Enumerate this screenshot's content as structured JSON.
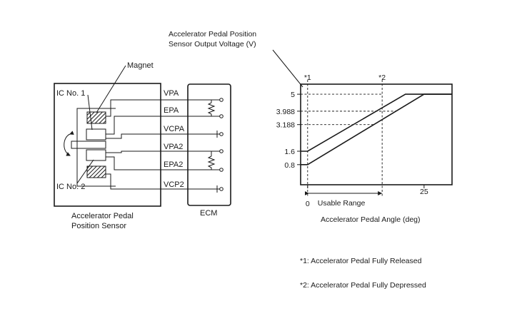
{
  "sensor": {
    "magnet_label": "Magnet",
    "ic1_label": "IC No. 1",
    "ic2_label": "IC No. 2",
    "caption_line1": "Accelerator Pedal",
    "caption_line2": "Position Sensor",
    "pins": [
      "VPA",
      "EPA",
      "VCPA",
      "VPA2",
      "EPA2",
      "VCP2"
    ]
  },
  "ecm": {
    "label": "ECM"
  },
  "chart_data": {
    "type": "line",
    "ylabel_line1": "Accelerator Pedal Position",
    "ylabel_line2": "Sensor Output Voltage (V)",
    "xlabel": "Accelerator Pedal Angle (deg)",
    "x_ticks": [
      {
        "value": 0,
        "label": "0"
      },
      {
        "value": 25,
        "label": "25"
      }
    ],
    "y_ticks": [
      {
        "value": 0.8,
        "label": "0.8"
      },
      {
        "value": 1.6,
        "label": "1.6"
      },
      {
        "value": 3.188,
        "label": "3.188"
      },
      {
        "value": 3.988,
        "label": "3.988"
      },
      {
        "value": 5,
        "label": "5"
      }
    ],
    "xlim": [
      -1.5,
      31
    ],
    "ylim": [
      -0.4,
      5.6
    ],
    "series": [
      {
        "points": [
          [
            -1.5,
            1.6
          ],
          [
            0,
            1.6
          ],
          [
            21,
            5
          ],
          [
            31,
            5
          ]
        ]
      },
      {
        "points": [
          [
            -1.5,
            0.8
          ],
          [
            0,
            0.8
          ],
          [
            25,
            5
          ],
          [
            31,
            5
          ]
        ]
      }
    ],
    "marker1": {
      "label": "*1",
      "x": 0
    },
    "marker2": {
      "label": "*2",
      "x": 16
    },
    "usable_range": {
      "label": "Usable Range",
      "from": 0,
      "to": 16
    }
  },
  "notes": [
    "*1: Accelerator Pedal Fully Released",
    "*2: Accelerator Pedal Fully Depressed"
  ]
}
